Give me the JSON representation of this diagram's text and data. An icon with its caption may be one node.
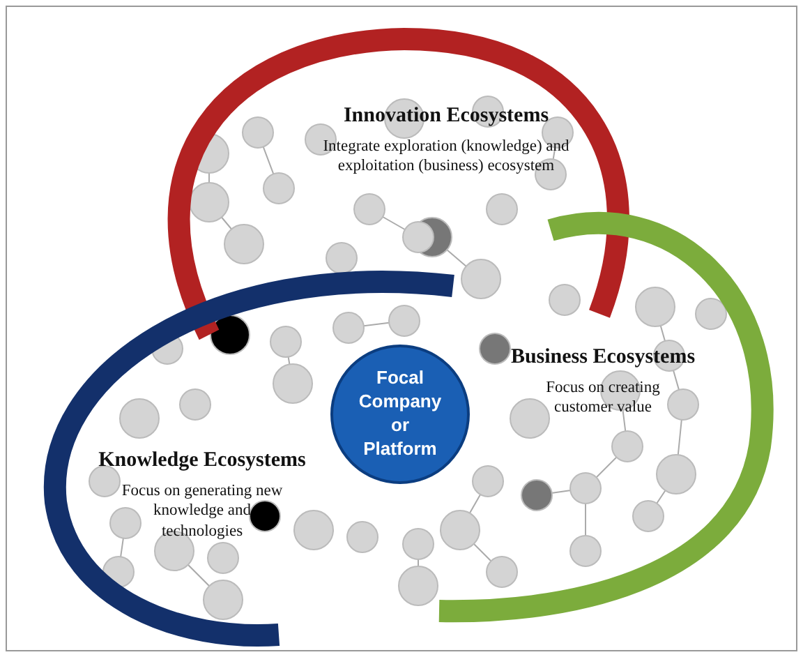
{
  "diagram": {
    "nodes": [
      {
        "text": [
          "Innovation Ecosystems",
          "Integrate exploration (knowledge) and exploitation (business) ecosystem"
        ]
      },
      {
        "text": [
          "Business Ecosystems",
          "Focus on creating customer value"
        ]
      },
      {
        "text": [
          "Knowledge Ecosystems",
          "Focus on generating new knowledge and technologies"
        ]
      },
      {
        "text": [
          "Focal Company or Platform"
        ]
      }
    ],
    "edges": []
  }
}
